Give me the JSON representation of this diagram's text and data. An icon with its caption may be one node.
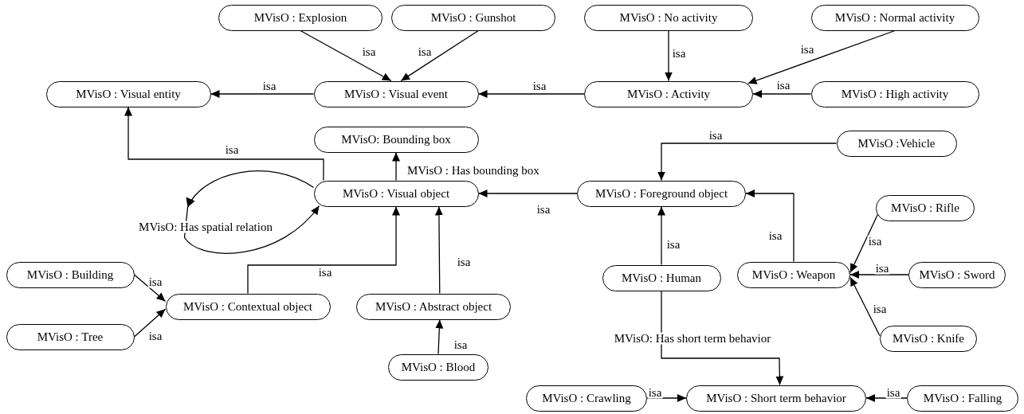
{
  "diagram": {
    "nodes": [
      {
        "text": [
          "MVisO : Explosion"
        ]
      },
      {
        "text": [
          "MVisO : Gunshot"
        ]
      },
      {
        "text": [
          "MVisO : No activity"
        ]
      },
      {
        "text": [
          "MVisO : Normal activity"
        ]
      },
      {
        "text": [
          "MVisO : Visual entity"
        ]
      },
      {
        "text": [
          "MVisO : Visual event"
        ]
      },
      {
        "text": [
          "MVisO : Activity"
        ]
      },
      {
        "text": [
          "MVisO : High activity"
        ]
      },
      {
        "text": [
          "MVisO: Bounding box"
        ]
      },
      {
        "text": [
          "MVisO :Vehicle"
        ]
      },
      {
        "text": [
          "MVisO : Visual object"
        ]
      },
      {
        "text": [
          "MVisO : Foreground object"
        ]
      },
      {
        "text": [
          "MVisO : Rifle"
        ]
      },
      {
        "text": [
          "MVisO : Building"
        ]
      },
      {
        "text": [
          "MVisO : Human"
        ]
      },
      {
        "text": [
          "MVisO : Weapon"
        ]
      },
      {
        "text": [
          "MVisO : Sword"
        ]
      },
      {
        "text": [
          "MVisO : Contextual object"
        ]
      },
      {
        "text": [
          "MVisO : Abstract object"
        ]
      },
      {
        "text": [
          "MVisO : Tree"
        ]
      },
      {
        "text": [
          "MVisO : Knife"
        ]
      },
      {
        "text": [
          "MVisO : Blood"
        ]
      },
      {
        "text": [
          "MVisO : Crawling"
        ]
      },
      {
        "text": [
          "MVisO : Short term behavior"
        ]
      },
      {
        "text": [
          "MVisO : Falling"
        ]
      }
    ],
    "edges": [
      {
        "from": 0,
        "to": 5,
        "arrow": "to",
        "label": "isa"
      },
      {
        "from": 1,
        "to": 5,
        "arrow": "to",
        "label": "isa"
      },
      {
        "from": 5,
        "to": 4,
        "arrow": "to",
        "label": "isa"
      },
      {
        "from": 2,
        "to": 6,
        "arrow": "to",
        "label": "isa"
      },
      {
        "from": 3,
        "to": 6,
        "arrow": "to",
        "label": "isa"
      },
      {
        "from": 7,
        "to": 6,
        "arrow": "to",
        "label": "isa"
      },
      {
        "from": 6,
        "to": 5,
        "arrow": "to",
        "label": "isa"
      },
      {
        "from": 10,
        "to": 4,
        "arrow": "to",
        "label": "isa"
      },
      {
        "from": 10,
        "to": 8,
        "arrow": "to",
        "label": "MVisO : Has bounding box"
      },
      {
        "from": 10,
        "to": 10,
        "arrow": "to",
        "label": "MVisO: Has spatial relation"
      },
      {
        "from": 9,
        "to": 11,
        "arrow": "to",
        "label": "isa"
      },
      {
        "from": 11,
        "to": 10,
        "arrow": "to",
        "label": "isa"
      },
      {
        "from": 15,
        "to": 11,
        "arrow": "to",
        "label": "isa"
      },
      {
        "from": 12,
        "to": 15,
        "arrow": "to",
        "label": "isa"
      },
      {
        "from": 16,
        "to": 15,
        "arrow": "to",
        "label": "isa"
      },
      {
        "from": 20,
        "to": 15,
        "arrow": "to",
        "label": "isa"
      },
      {
        "from": 14,
        "to": 11,
        "arrow": "to",
        "label": "isa"
      },
      {
        "from": 17,
        "to": 10,
        "arrow": "to",
        "label": "isa"
      },
      {
        "from": 18,
        "to": 10,
        "arrow": "to",
        "label": "isa"
      },
      {
        "from": 13,
        "to": 17,
        "arrow": "to",
        "label": "isa"
      },
      {
        "from": 19,
        "to": 17,
        "arrow": "to",
        "label": "isa"
      },
      {
        "from": 21,
        "to": 18,
        "arrow": "to",
        "label": "isa"
      },
      {
        "from": 14,
        "to": 23,
        "arrow": "to",
        "label": "MVisO: Has short term behavior"
      },
      {
        "from": 22,
        "to": 23,
        "arrow": "to",
        "label": "isa"
      },
      {
        "from": 24,
        "to": 23,
        "arrow": "to",
        "label": "isa"
      }
    ]
  }
}
